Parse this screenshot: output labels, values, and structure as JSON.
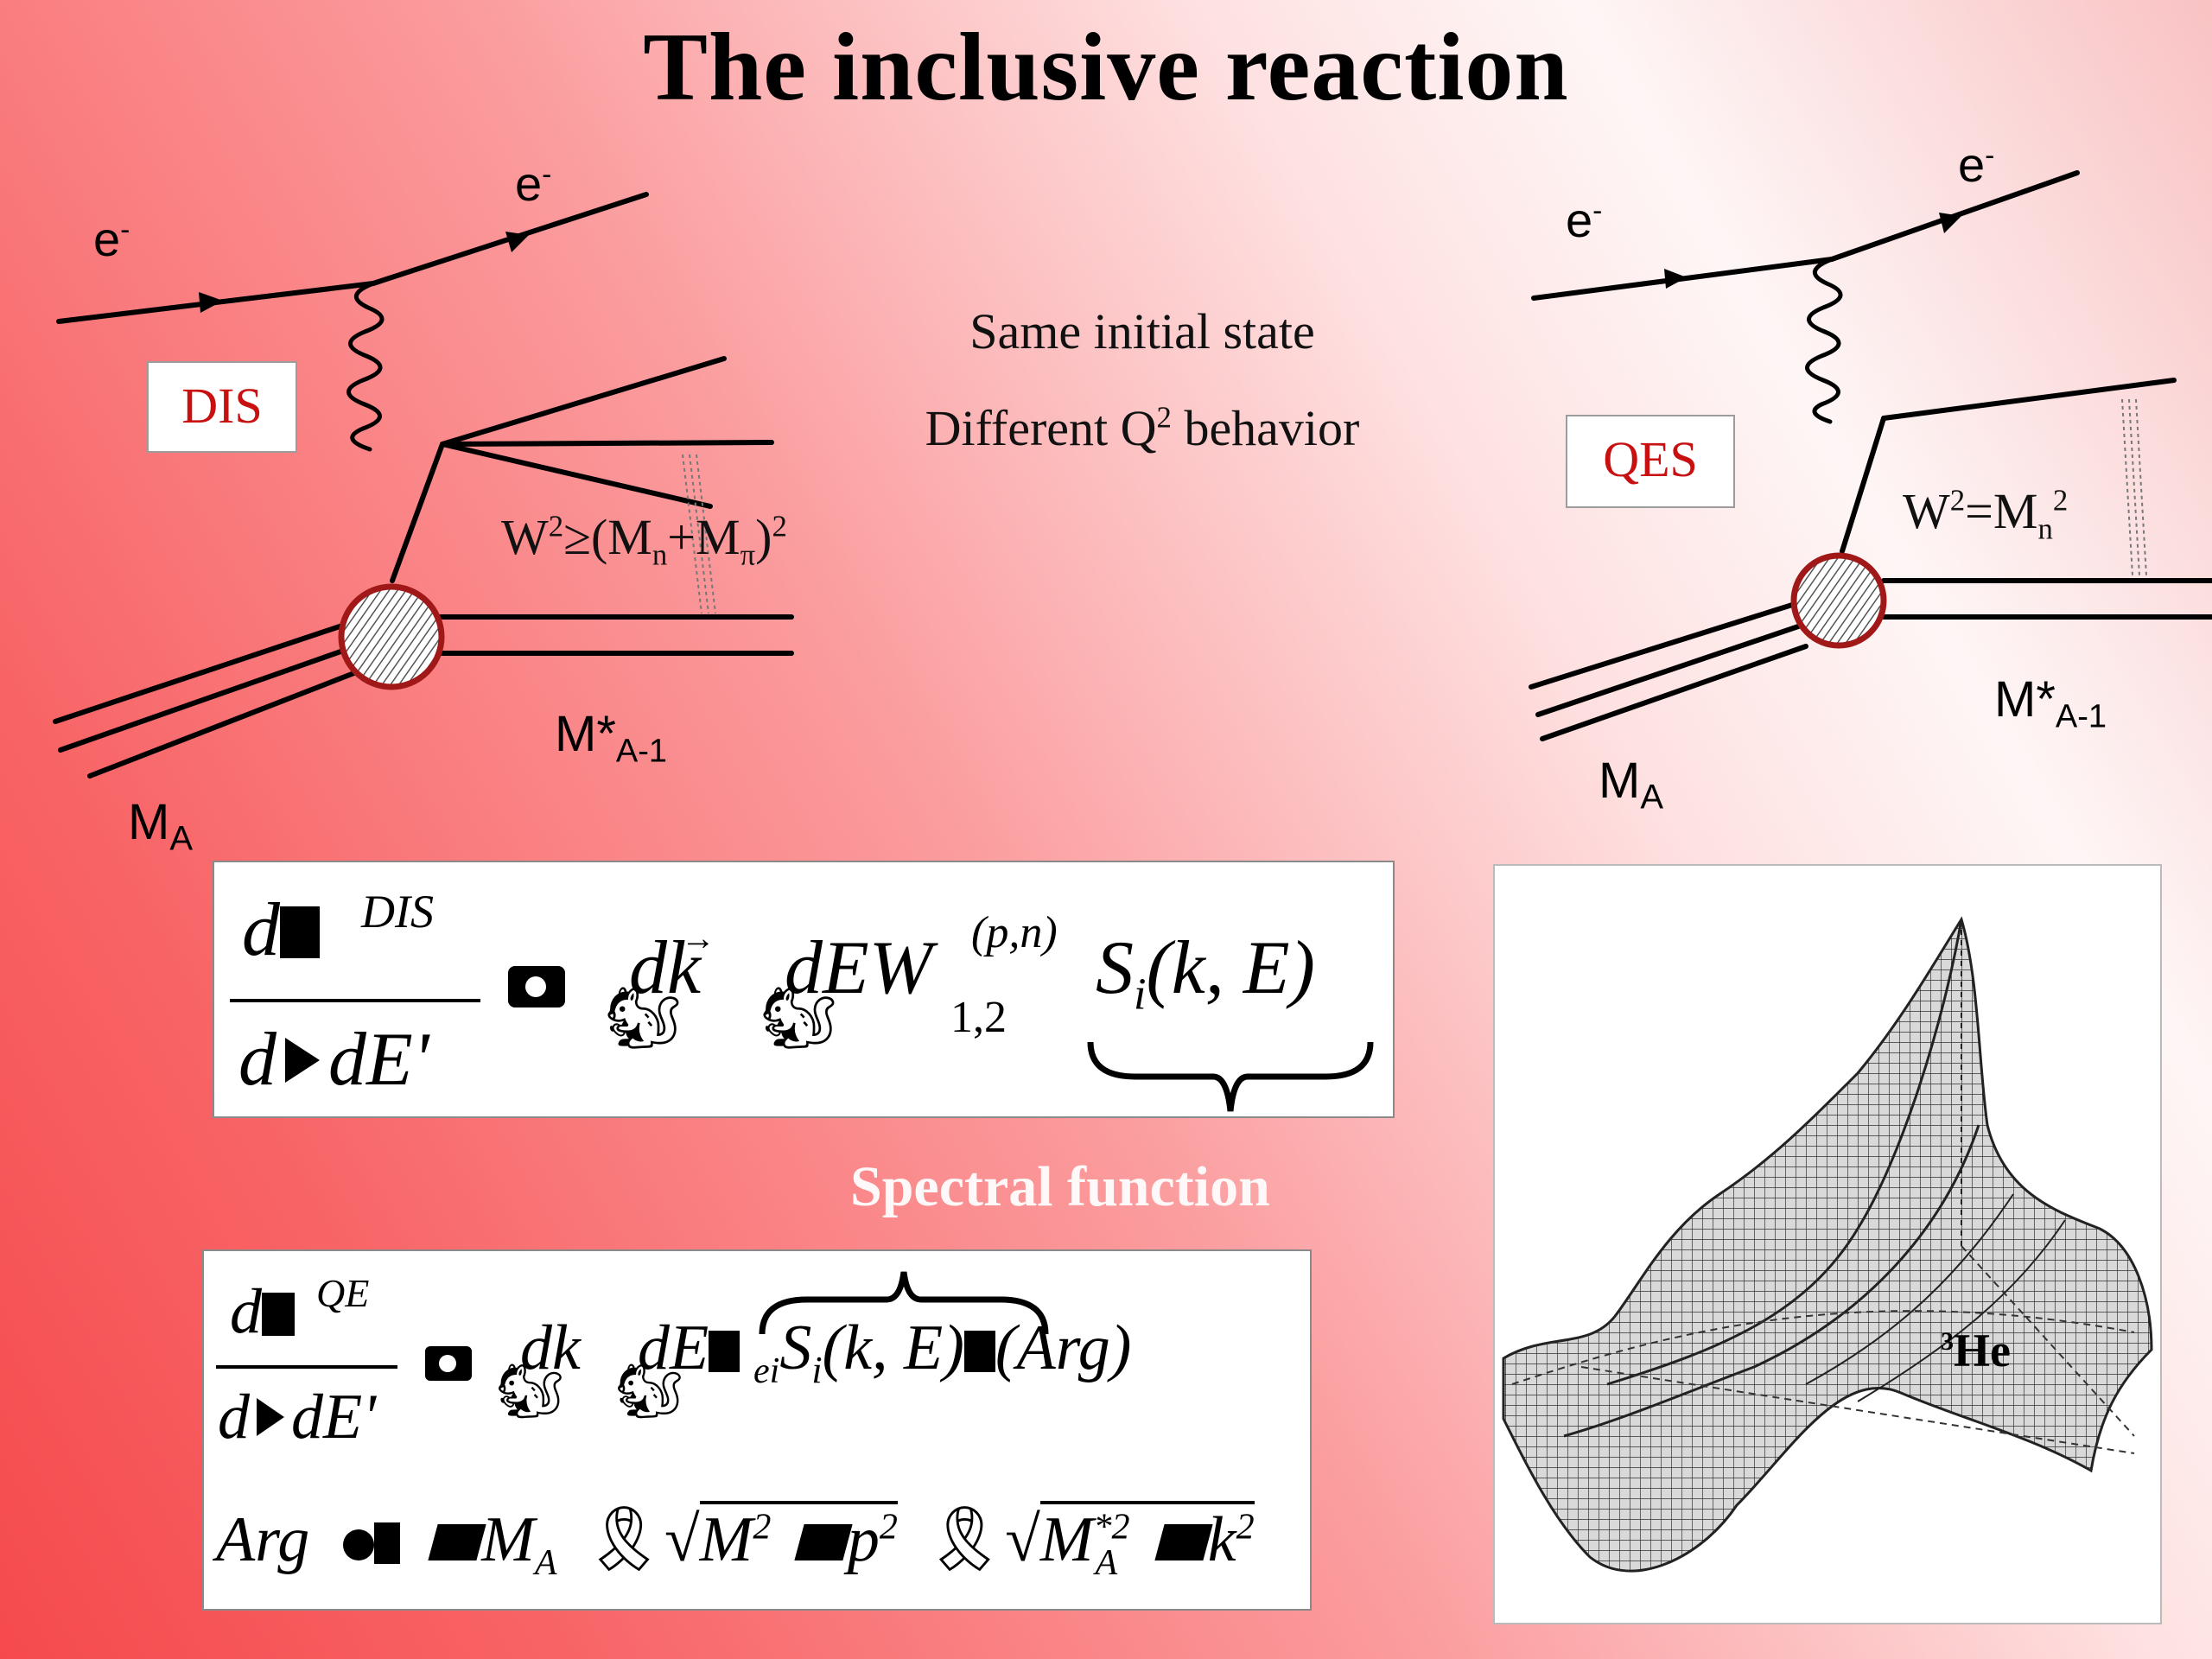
{
  "title": "The inclusive reaction",
  "left_diagram": {
    "electron_in": "e",
    "electron_out": "e",
    "electron_sup": "-",
    "process_label": "DIS",
    "w_label_prefix": "W",
    "w_label_rest": "≥(M",
    "w_sub_n": "n",
    "w_plus": "+M",
    "w_sub_pi": "π",
    "w_close": ")",
    "sq": "2",
    "recoil": "M*",
    "recoil_sub": "A-1",
    "target": "M",
    "target_sub": "A"
  },
  "center_text": {
    "line1": "Same initial state",
    "line2_pre": "Different Q",
    "line2_sup": "2",
    "line2_post": " behavior"
  },
  "right_diagram": {
    "electron_in": "e",
    "electron_out": "e",
    "electron_sup": "-",
    "process_label": "QES",
    "w_label_pre": "W",
    "w_label_mid": "=M",
    "w_sub_n": "n",
    "sq": "2",
    "recoil": "M*",
    "recoil_sub": "A-1",
    "target": "M",
    "target_sub": "A"
  },
  "formula_dis": {
    "num_d": "d",
    "sup": "DIS",
    "den": "d",
    "den2": "dE'",
    "dk": "dk",
    "dEW": "dEW",
    "w_sup": "(p,n)",
    "w_sub": "1,2",
    "s": "S",
    "s_sub": "i",
    "s_args": "(k, E)"
  },
  "spectral_label": "Spectral function",
  "formula_qe": {
    "num_d": "d",
    "sup": "QE",
    "den": "d",
    "den2": "dE'",
    "dk": "dk",
    "dE": "dE",
    "ei": "ei",
    "s": "S",
    "s_sub": "i",
    "s_args": "(k, E)",
    "arg": "(Arg)",
    "arg_line_start": "Arg",
    "m": "M",
    "m_sub": "A",
    "m2": "M",
    "sup2": "2",
    "p": "p",
    "ma": "M",
    "ma_sup": "*2",
    "ma_sub": "A",
    "k": "k"
  },
  "surface_label_sup": "3",
  "surface_label": "He"
}
